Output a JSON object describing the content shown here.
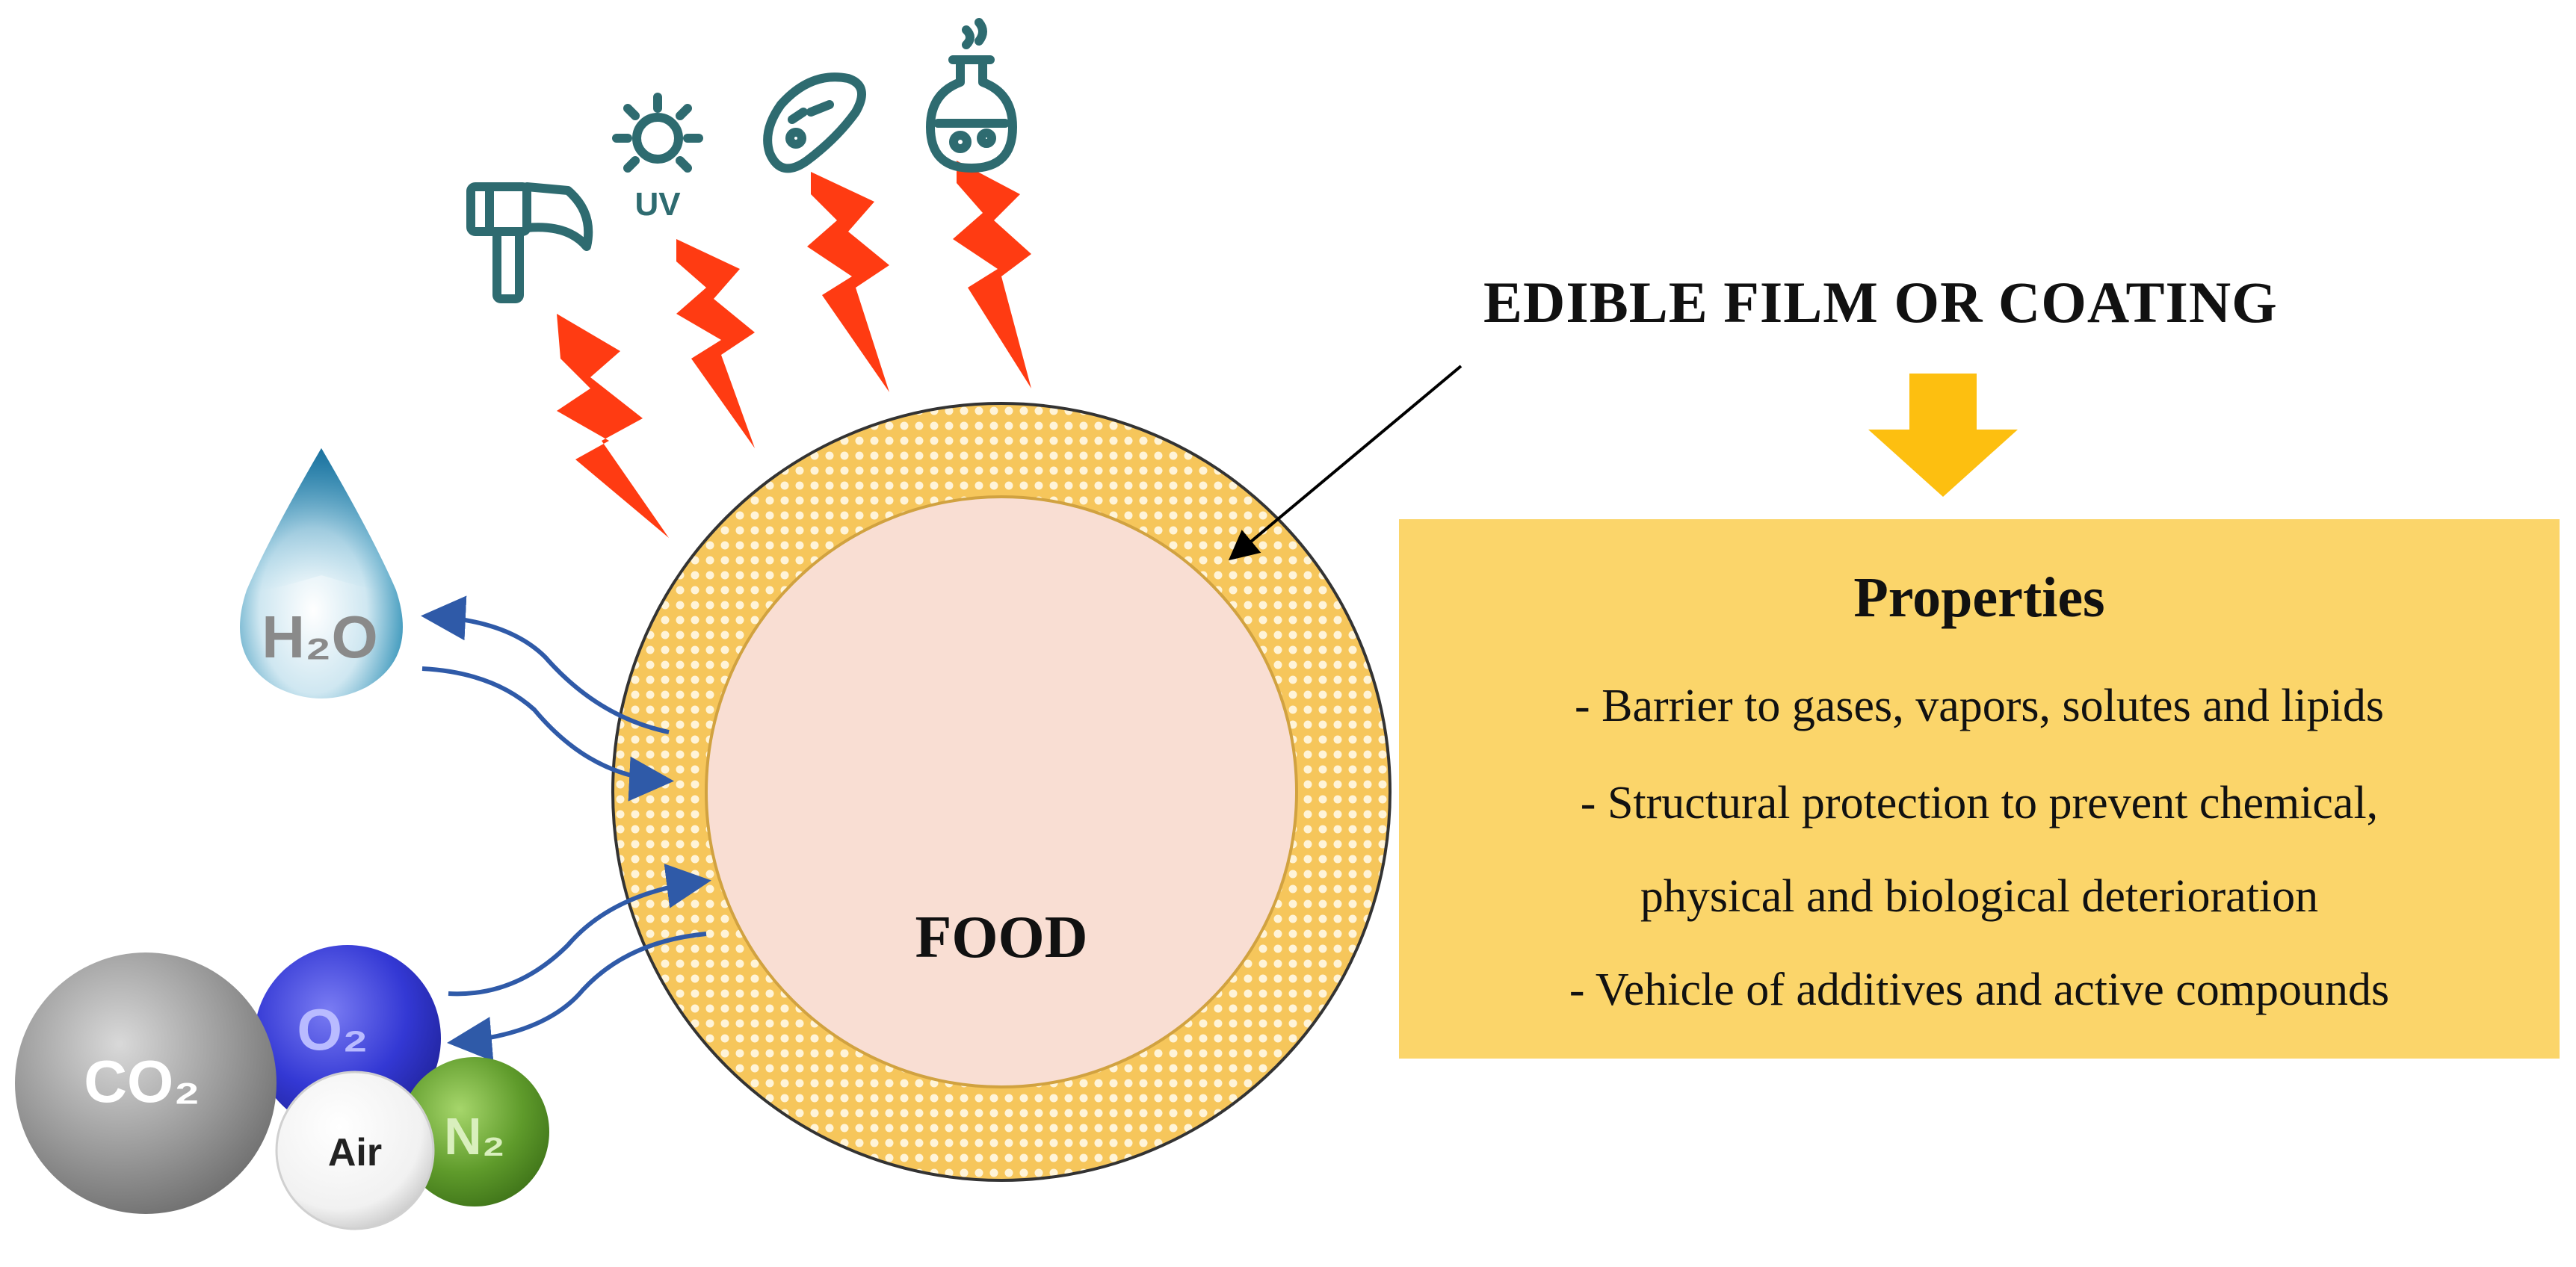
{
  "diagram": {
    "edible_label": "EDIBLE FILM OR COATING",
    "food_label": "FOOD",
    "uv_label": "UV",
    "water_label": "H₂O",
    "gases": {
      "co2": "CO₂",
      "o2": "O₂",
      "n2": "N₂",
      "air": "Air"
    },
    "properties": {
      "title": "Properties",
      "lines": [
        "- Barrier to gases, vapors, solutes and lipids",
        "- Structural protection to prevent chemical,",
        "physical and biological deterioration",
        "- Vehicle of additives and active compounds"
      ]
    },
    "icons": [
      "hammer-icon",
      "sun-uv-icon",
      "bacteria-icon",
      "chemical-flask-icon",
      "lightning-bolt-icon",
      "water-drop-icon",
      "gas-bubbles-icon",
      "down-arrow-icon"
    ],
    "colors": {
      "coating": "#f6c65b",
      "food": "#f9ded3",
      "box": "#fbd56a",
      "bolt": "#ff3b12",
      "icon": "#2e6b70",
      "arrow": "#2f5aa8",
      "down_arrow": "#fdbf10"
    }
  }
}
